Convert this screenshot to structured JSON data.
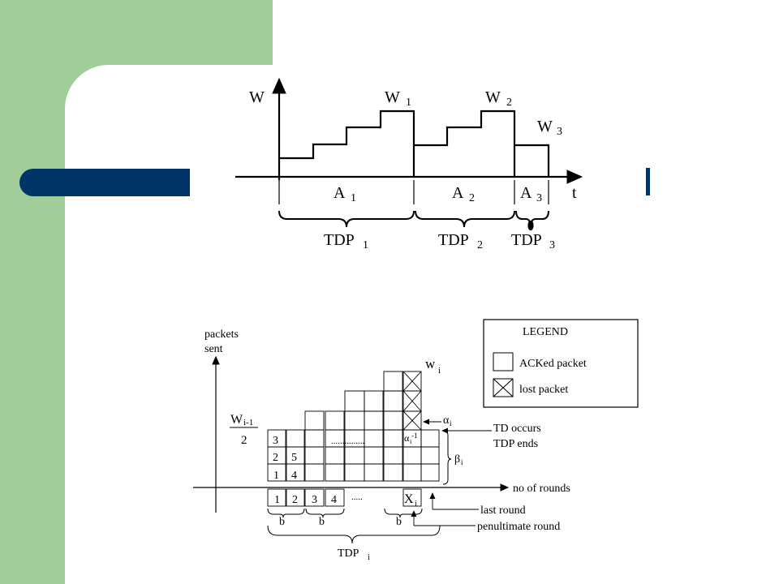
{
  "colors": {
    "green": "#a0cd9a",
    "navy": "#003366",
    "white": "#ffffff"
  },
  "top_diagram": {
    "w": "W",
    "w1": "W",
    "w1_sub": "1",
    "w2": "W",
    "w2_sub": "2",
    "w3": "W",
    "w3_sub": "3",
    "a1": "A",
    "a1_sub": "1",
    "a2": "A",
    "a2_sub": "2",
    "a3": "A",
    "a3_sub": "3",
    "t": "t",
    "tdp1": "TDP",
    "tdp1_sub": "1",
    "tdp2": "TDP",
    "tdp2_sub": "2",
    "tdp3": "TDP",
    "tdp3_sub": "3"
  },
  "bottom_diagram": {
    "y_label_1": "packets",
    "y_label_2": "sent",
    "wi1": "W",
    "wi1_sub": "i-1",
    "two": "2",
    "wi": "w",
    "wi_sub": "i",
    "cells": {
      "c3": "3",
      "c2": "2",
      "c5": "5",
      "c1": "1",
      "c4": "4",
      "dots": "...............",
      "alpha_minus": "α",
      "alpha_minus_sub": "i",
      "alpha_minus_sup": "-1"
    },
    "row_bottom": {
      "b1": "1",
      "b2": "2",
      "b3": "3",
      "b4": "4",
      "dots": ".....",
      "xi": "X",
      "xi_sub": "i"
    },
    "alpha_i": "α",
    "alpha_i_sub": "i",
    "td_occurs": "TD occurs",
    "tdp_ends": "TDP ends",
    "beta_i": "β",
    "beta_i_sub": "i",
    "x_label": "no of rounds",
    "last_round": "last round",
    "penultimate_round": "penultimate round",
    "b_a": "b",
    "b_b": "b",
    "b_c": "b",
    "tdp_i": "TDP",
    "tdp_i_sub": "i",
    "legend": {
      "title": "LEGEND",
      "acked": "ACKed packet",
      "lost": "lost packet"
    }
  }
}
